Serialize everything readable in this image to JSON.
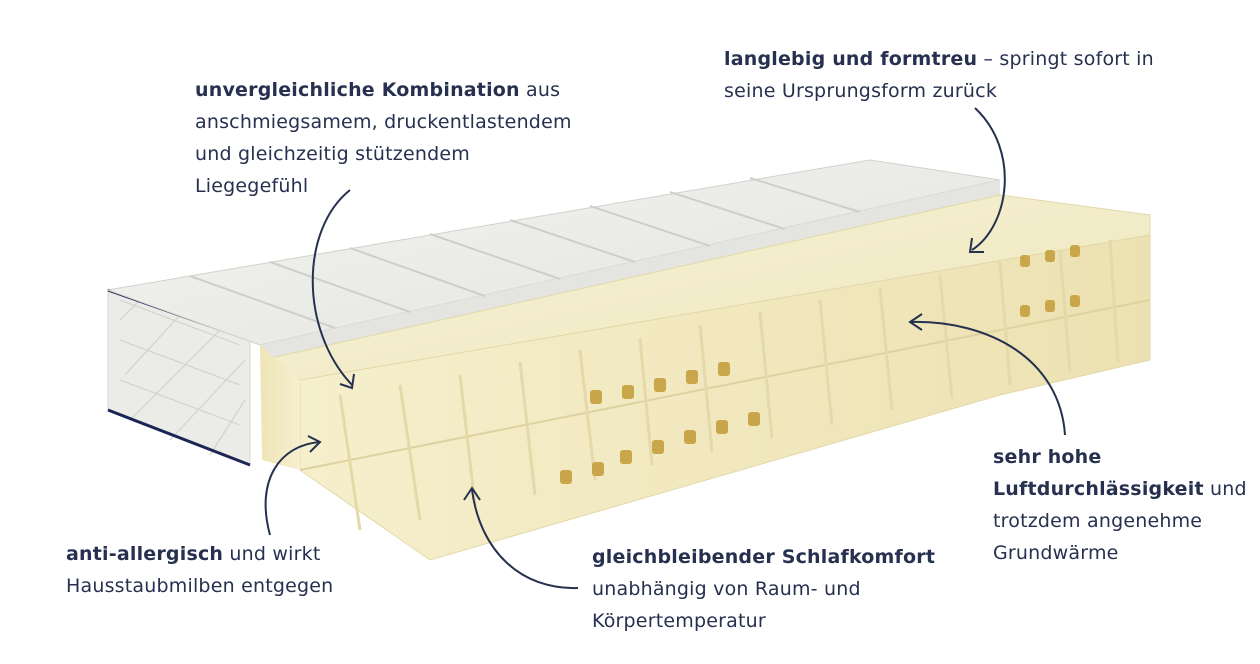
{
  "colors": {
    "text": "#26304f",
    "arrow": "#26304f",
    "foam": "#f3ecc6",
    "cover": "#f1f1ef",
    "piping": "#1d2554"
  },
  "callouts": {
    "combination": {
      "bold": "unvergleichliche Kombination",
      "rest": " aus",
      "line2": "anschmiegsamem, druckentlastendem",
      "line3": "und gleichzeitig stützendem",
      "line4": "Liegegefühl"
    },
    "durable": {
      "bold": "langlebig und formtreu",
      "rest": " – springt sofort in",
      "line2": "seine Ursprungsform zurück"
    },
    "air": {
      "bold1": "sehr hohe",
      "bold2": "Luftdurchlässigkeit",
      "rest": " und",
      "line3": "trotzdem angenehme",
      "line4": "Grundwärme"
    },
    "comfort": {
      "bold": "gleichbleibender Schlafkomfort",
      "line2": "unabhängig von Raum- und",
      "line3": "Körpertemperatur"
    },
    "allergy": {
      "bold": "anti-allergisch",
      "rest": " und wirkt",
      "line2": "Hausstaubmilben entgegen"
    }
  }
}
